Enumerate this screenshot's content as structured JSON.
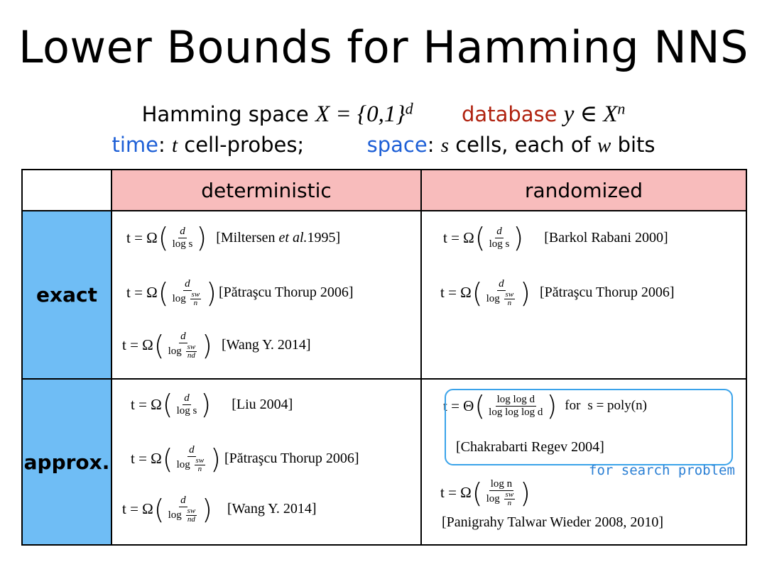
{
  "title": "Lower Bounds for Hamming NNS",
  "subtitle1": {
    "hamming_label": "Hamming space",
    "hamming_math": "X = {0,1}",
    "hamming_exp": "d",
    "database_label": "database",
    "database_math": "y ∈ X",
    "database_exp": "n"
  },
  "subtitle2": {
    "time_label": "time",
    "time_rest": ":",
    "time_var": "t",
    "time_text": "cell-probes;",
    "space_label": "space",
    "space_rest": ":",
    "space_var": "s",
    "space_text1": "cells,  each of",
    "space_var2": "w",
    "space_text2": "bits"
  },
  "colors": {
    "header_bg": "#f8bcbc",
    "row_label_bg": "#6fbdf5",
    "red": "#b0220f",
    "blue": "#1d5fd6",
    "box": "#3aa3ea"
  },
  "table": {
    "col_headers": [
      "deterministic",
      "randomized"
    ],
    "row_labels": [
      "exact",
      "approx."
    ],
    "exact_det": [
      {
        "lhs": "t = Ω",
        "num": "d",
        "den": "log s",
        "cite": "[Miltersen",
        "cite_it": "et al.",
        "cite_end": "1995]"
      },
      {
        "lhs": "t = Ω",
        "num": "d",
        "den_pre": "log",
        "den_num": "sw",
        "den_den": "n",
        "cite": "[Pătraşcu Thorup 2006]"
      },
      {
        "lhs": "t = Ω",
        "num": "d",
        "den_pre": "log",
        "den_num": "sw",
        "den_den": "nd",
        "cite": "[Wang Y. 2014]"
      }
    ],
    "exact_rand": [
      {
        "lhs": "t = Ω",
        "num": "d",
        "den": "log s",
        "cite": "[Barkol Rabani 2000]"
      },
      {
        "lhs": "t = Ω",
        "num": "d",
        "den_pre": "log",
        "den_num": "sw",
        "den_den": "n",
        "cite": "[Pătraşcu Thorup 2006]"
      }
    ],
    "approx_det": [
      {
        "lhs": "t = Ω",
        "num": "d",
        "den": "log s",
        "cite": "[Liu 2004]"
      },
      {
        "lhs": "t = Ω",
        "num": "d",
        "den_pre": "log",
        "den_num": "sw",
        "den_den": "n",
        "cite": "[Pătraşcu Thorup 2006]"
      },
      {
        "lhs": "t = Ω",
        "num": "d",
        "den_pre": "log",
        "den_num": "sw",
        "den_den": "nd",
        "cite": "[Wang Y. 2014]"
      }
    ],
    "approx_rand": [
      {
        "lhs": "t = Θ",
        "num": "log log d",
        "den": "log log log d",
        "mid": "for",
        "rhs": "s = poly(n)",
        "cite": "[Chakrabarti Regev 2004]"
      },
      {
        "lhs": "t = Ω",
        "num": "log n",
        "den_pre": "log",
        "den_num": "sw",
        "den_den": "n",
        "cite": "[Panigrahy Talwar Wieder 2008, 2010]"
      }
    ],
    "note": "for search problem"
  }
}
